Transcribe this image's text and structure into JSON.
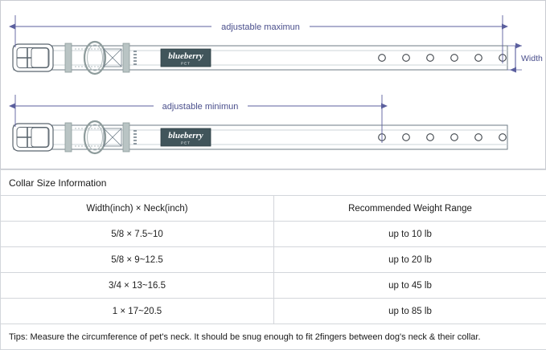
{
  "diagram": {
    "max_label": "adjustable maximun",
    "min_label": "adjustable minimun",
    "width_label": "Width",
    "brand_name": "blueberry",
    "brand_sub": "PET",
    "accent_color": "#5b5f9e",
    "strap_color": "#7b8a96",
    "patch_color": "#41555b",
    "hardware_color": "#b9c4c4",
    "top_holes": 6,
    "bottom_holes": 6
  },
  "table": {
    "title": "Collar Size Information",
    "headers": [
      "Width(inch)  ×  Neck(inch)",
      "Recommended Weight Range"
    ],
    "rows": [
      [
        "5/8 × 7.5~10",
        "up to 10 lb"
      ],
      [
        "5/8 × 9~12.5",
        "up to 20 lb"
      ],
      [
        "3/4 × 13~16.5",
        "up to 45 lb"
      ],
      [
        "1 × 17~20.5",
        "up to 85 lb"
      ]
    ],
    "tips": "Tips: Measure the circumference of pet's neck. It should be snug enough to fit 2fingers between dog's neck & their collar."
  }
}
